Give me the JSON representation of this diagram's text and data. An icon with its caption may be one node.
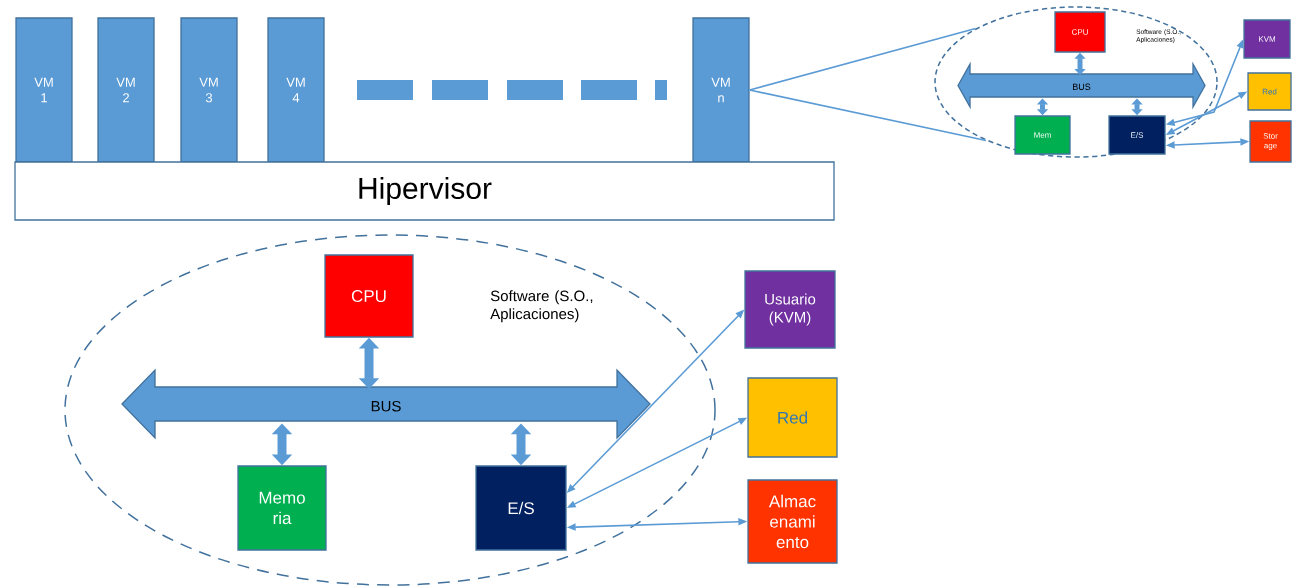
{
  "diagram": {
    "nodes": [
      {
        "text": [
          "VM 1"
        ]
      },
      {
        "text": [
          "VM 2"
        ]
      },
      {
        "text": [
          "VM 3"
        ]
      },
      {
        "text": [
          "VM 4"
        ]
      },
      {
        "text": [
          "VM n"
        ]
      },
      {
        "text": [
          "Hipervisor"
        ]
      },
      {
        "text": [
          "Software (S.O., Aplicaciones)"
        ]
      },
      {
        "text": [
          "CPU"
        ],
        "in": 6
      },
      {
        "text": [
          "BUS"
        ],
        "in": 6
      },
      {
        "text": [
          "Mem"
        ],
        "in": 6
      },
      {
        "text": [
          "E/S"
        ],
        "in": 6
      },
      {
        "text": [
          "KVM"
        ]
      },
      {
        "text": [
          "Red"
        ]
      },
      {
        "text": [
          "Stor age"
        ]
      },
      {
        "text": [
          "Software (S.O., Aplicaciones)"
        ]
      },
      {
        "text": [
          "CPU"
        ],
        "in": 14
      },
      {
        "text": [
          "BUS"
        ],
        "in": 14
      },
      {
        "text": [
          "Memo ria"
        ],
        "in": 14
      },
      {
        "text": [
          "E/S"
        ],
        "in": 14
      },
      {
        "text": [
          "Usuario (KVM)"
        ]
      },
      {
        "text": [
          "Red"
        ]
      },
      {
        "text": [
          "Almac enami ento"
        ]
      }
    ],
    "edges": [
      {
        "from": 4,
        "to": 6,
        "arrow": "none"
      },
      {
        "from": 4,
        "to": 6,
        "arrow": "none"
      },
      {
        "from": 7,
        "to": 8,
        "arrow": "both",
        "style": "thick"
      },
      {
        "from": 8,
        "to": 9,
        "arrow": "both",
        "style": "thick"
      },
      {
        "from": 8,
        "to": 10,
        "arrow": "both",
        "style": "thick"
      },
      {
        "from": 10,
        "to": 11,
        "arrow": "both"
      },
      {
        "from": 10,
        "to": 12,
        "arrow": "both"
      },
      {
        "from": 10,
        "to": 13,
        "arrow": "both"
      },
      {
        "from": 15,
        "to": 16,
        "arrow": "both",
        "style": "thick"
      },
      {
        "from": 16,
        "to": 17,
        "arrow": "both",
        "style": "thick"
      },
      {
        "from": 16,
        "to": 18,
        "arrow": "both",
        "style": "thick"
      },
      {
        "from": 18,
        "to": 19,
        "arrow": "both"
      },
      {
        "from": 18,
        "to": 20,
        "arrow": "both"
      },
      {
        "from": 18,
        "to": 21,
        "arrow": "both"
      }
    ]
  }
}
